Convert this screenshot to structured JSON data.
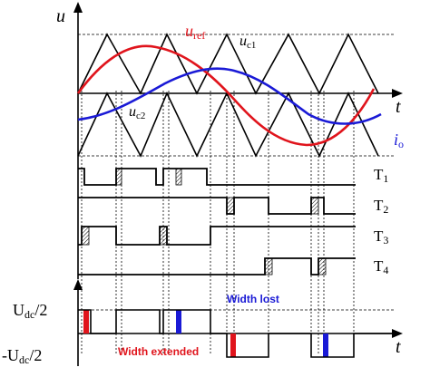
{
  "axes": {
    "u_axis": "u",
    "t_axis_top": "t",
    "t_axis_bottom": "t"
  },
  "signals": {
    "u_ref_main": "u",
    "u_ref_sub": "ref",
    "u_c1_main": "u",
    "u_c1_sub": "c1",
    "u_c2_main": "u",
    "u_c2_sub": "c2",
    "i_o_main": "i",
    "i_o_sub": "o"
  },
  "switches": {
    "t1_main": "T",
    "t1_sub": "1",
    "t2_main": "T",
    "t2_sub": "2",
    "t3_main": "T",
    "t3_sub": "3",
    "t4_main": "T",
    "t4_sub": "4"
  },
  "output_levels": {
    "positive_main": "U",
    "positive_sub": "dc",
    "positive_rest": "/2",
    "negative_main": "-U",
    "negative_sub": "dc",
    "negative_rest": "/2"
  },
  "annotations": {
    "width_lost": "Width lost",
    "width_extended": "Width extended"
  },
  "colors": {
    "reference": "#e0141c",
    "current": "#1a1ad6",
    "black": "#000000",
    "lost_bar": "#1a1ad6",
    "extended_bar": "#e0141c",
    "annotation_lost": "#1a1ad6",
    "annotation_extended": "#e0141c"
  }
}
